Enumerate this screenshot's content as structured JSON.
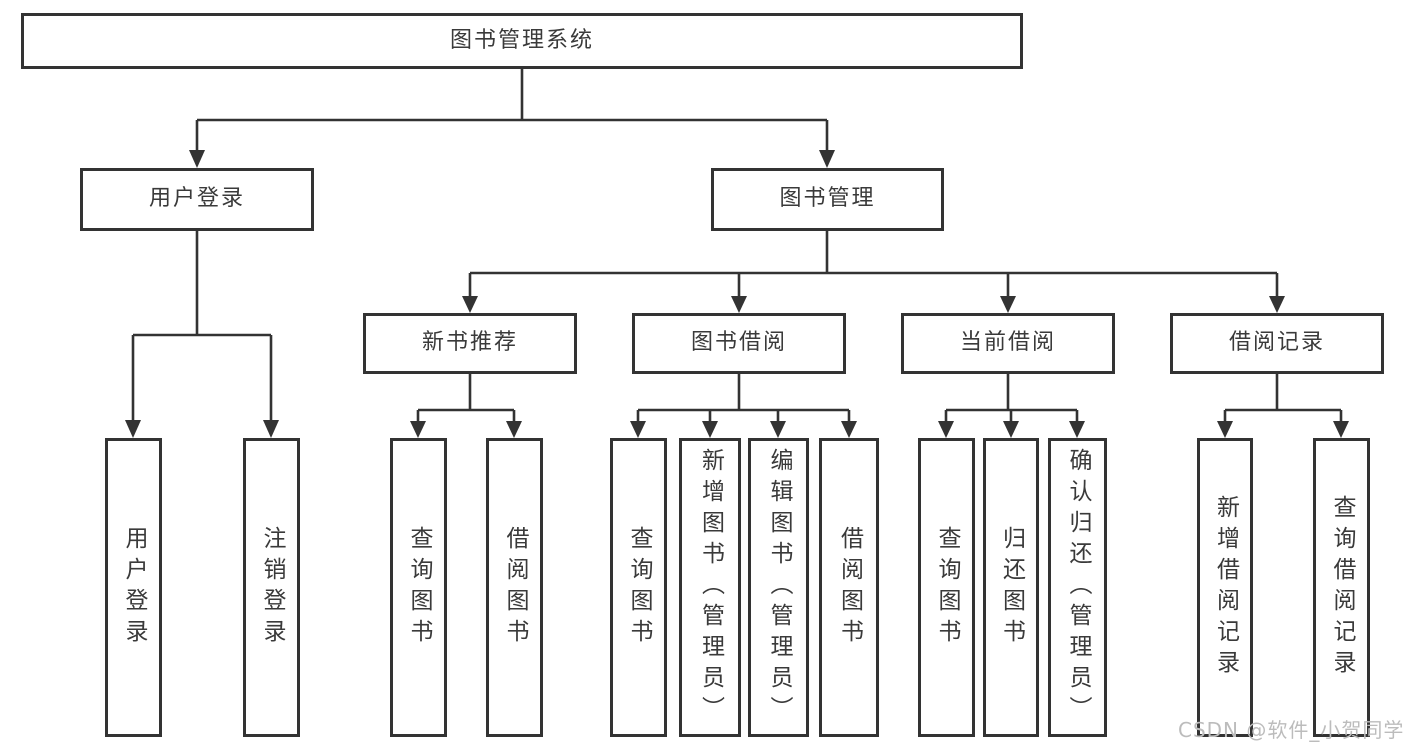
{
  "diagram_type": "hierarchy-tree",
  "tree": {
    "label": "图书管理系统",
    "children": [
      {
        "label": "用户登录",
        "children": [
          {
            "label": "用户登录"
          },
          {
            "label": "注销登录"
          }
        ]
      },
      {
        "label": "图书管理",
        "children": [
          {
            "label": "新书推荐",
            "children": [
              {
                "label": "查询图书"
              },
              {
                "label": "借阅图书"
              }
            ]
          },
          {
            "label": "图书借阅",
            "children": [
              {
                "label": "查询图书"
              },
              {
                "label": "新增图书（管理员）"
              },
              {
                "label": "编辑图书（管理员）"
              },
              {
                "label": "借阅图书"
              }
            ]
          },
          {
            "label": "当前借阅",
            "children": [
              {
                "label": "查询图书"
              },
              {
                "label": "归还图书"
              },
              {
                "label": "确认归还（管理员）"
              }
            ]
          },
          {
            "label": "借阅记录",
            "children": [
              {
                "label": "新增借阅记录"
              },
              {
                "label": "查询借阅记录"
              }
            ]
          }
        ]
      }
    ]
  },
  "colors": {
    "line": "#333333",
    "box_border": "#333333",
    "text": "#3a3a3a",
    "watermark": "#bcbcbc",
    "background": "#ffffff"
  },
  "watermark": "CSDN @软件_小贺同学"
}
